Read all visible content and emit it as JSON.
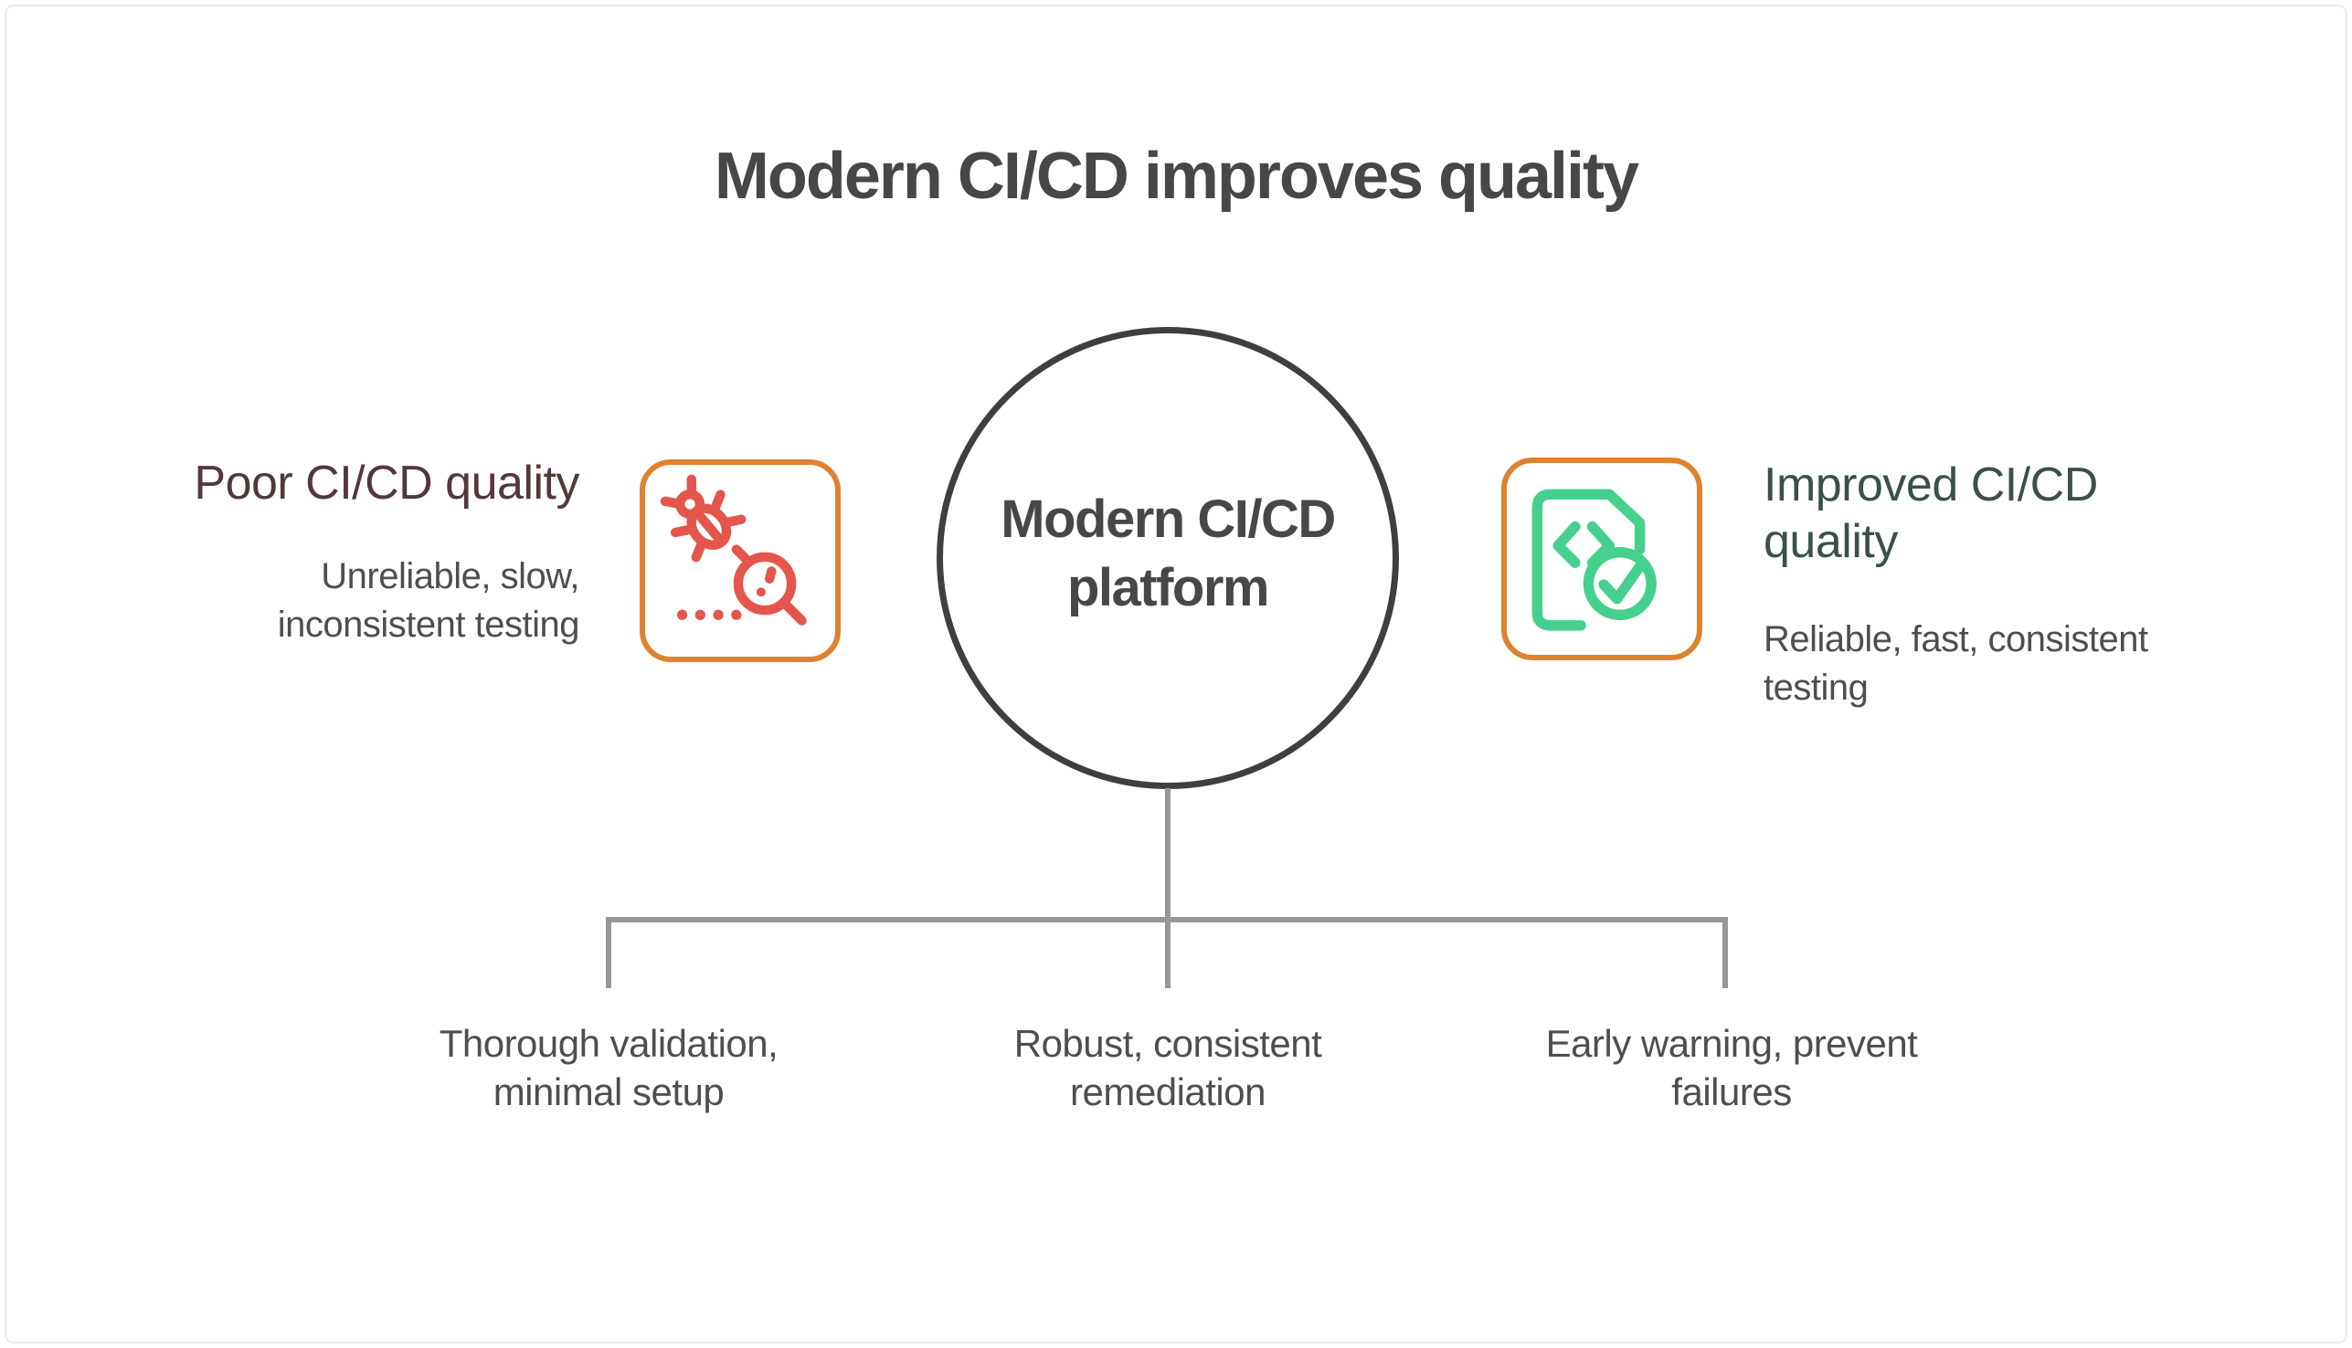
{
  "page": {
    "title": "Modern CI/CD improves quality"
  },
  "left_item": {
    "title": "Poor CI/CD quality",
    "subtitle_line1": "Unreliable, slow,",
    "subtitle_line2": "inconsistent testing",
    "icon": "bug-magnifier-icon"
  },
  "hub": {
    "label_line1": "Modern CI/CD",
    "label_line2": "platform"
  },
  "right_item": {
    "title_line1": "Improved CI/CD",
    "title_line2": "quality",
    "subtitle_line1": "Reliable, fast, consistent",
    "subtitle_line2": "testing",
    "icon": "code-file-check-icon"
  },
  "outcomes": [
    {
      "line1": "Thorough validation,",
      "line2": "minimal setup"
    },
    {
      "line1": "Robust, consistent",
      "line2": "remediation"
    },
    {
      "line1": "Early warning, prevent",
      "line2": "failures"
    }
  ],
  "colors": {
    "title_gray": "#474747",
    "body_gray": "#4e4e4e",
    "maroon": "#52383a",
    "green_text": "#3a5146",
    "orange": "#de8230",
    "red": "#e4564c",
    "green": "#45d08e",
    "circle_border": "#3f3f3f",
    "line_gray": "#979797",
    "frame_border": "#eaeaea"
  }
}
